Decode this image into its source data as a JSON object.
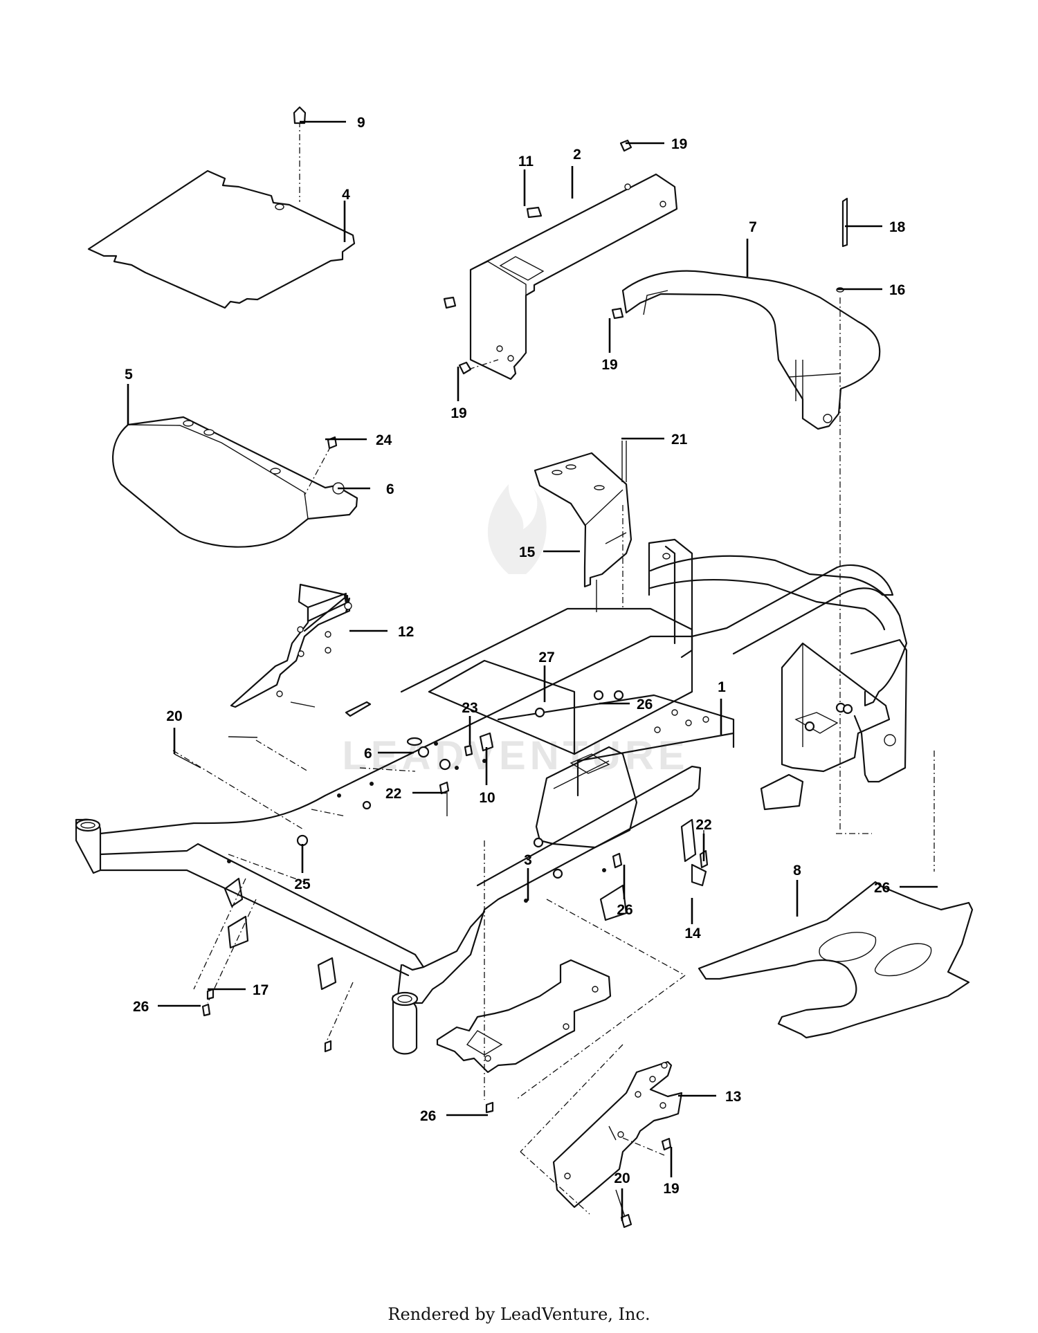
{
  "footer": {
    "rendered_by": "Rendered by LeadVenture, Inc."
  },
  "watermark": {
    "text": "LEADVENTURE"
  },
  "callouts": [
    {
      "id": "c9",
      "label": "9"
    },
    {
      "id": "c4",
      "label": "4"
    },
    {
      "id": "c11",
      "label": "11"
    },
    {
      "id": "c2",
      "label": "2"
    },
    {
      "id": "c19a",
      "label": "19"
    },
    {
      "id": "c18",
      "label": "18"
    },
    {
      "id": "c7",
      "label": "7"
    },
    {
      "id": "c16",
      "label": "16"
    },
    {
      "id": "c19b",
      "label": "19"
    },
    {
      "id": "c19c",
      "label": "19"
    },
    {
      "id": "c5",
      "label": "5"
    },
    {
      "id": "c24",
      "label": "24"
    },
    {
      "id": "c6a",
      "label": "6"
    },
    {
      "id": "c21",
      "label": "21"
    },
    {
      "id": "c15",
      "label": "15"
    },
    {
      "id": "c12",
      "label": "12"
    },
    {
      "id": "c1",
      "label": "1"
    },
    {
      "id": "c27",
      "label": "27"
    },
    {
      "id": "c26a",
      "label": "26"
    },
    {
      "id": "c23",
      "label": "23"
    },
    {
      "id": "c20a",
      "label": "20"
    },
    {
      "id": "c6b",
      "label": "6"
    },
    {
      "id": "c10",
      "label": "10"
    },
    {
      "id": "c22a",
      "label": "22"
    },
    {
      "id": "c22b",
      "label": "22"
    },
    {
      "id": "c25",
      "label": "25"
    },
    {
      "id": "c8",
      "label": "8"
    },
    {
      "id": "c26b",
      "label": "26"
    },
    {
      "id": "c14",
      "label": "14"
    },
    {
      "id": "c3",
      "label": "3"
    },
    {
      "id": "c26c",
      "label": "26"
    },
    {
      "id": "c17",
      "label": "17"
    },
    {
      "id": "c26d",
      "label": "26"
    },
    {
      "id": "c13",
      "label": "13"
    },
    {
      "id": "c26e",
      "label": "26"
    },
    {
      "id": "c20b",
      "label": "20"
    },
    {
      "id": "c19d",
      "label": "19"
    }
  ]
}
